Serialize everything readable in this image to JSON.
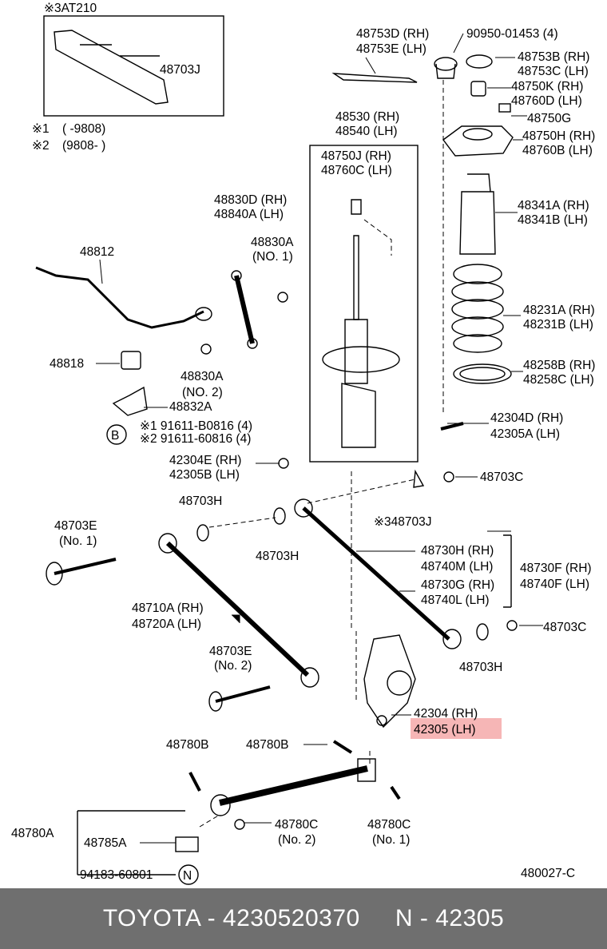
{
  "diagram": {
    "inset": {
      "header": "※3AT210",
      "part": "48703J",
      "note1_mark": "※1",
      "note1_range": "(       -9808)",
      "note2_mark": "※2",
      "note2_range": "(9808-        )"
    },
    "labels": {
      "p48753D": "48753D (RH)",
      "p48753E": "48753E (LH)",
      "p90950": "90950-01453 (4)",
      "p48753B": "48753B (RH)",
      "p48753C": "48753C (LH)",
      "p48750K": "48750K (RH)",
      "p48760D": "48760D (LH)",
      "p48750G": "48750G",
      "p48750H": "48750H (RH)",
      "p48760B": "48760B (LH)",
      "p48530": "48530 (RH)",
      "p48540": "48540 (LH)",
      "p48750J": "48750J (RH)",
      "p48760C": "48760C (LH)",
      "p48341A": "48341A (RH)",
      "p48341B": "48341B (LH)",
      "p48830D": "48830D (RH)",
      "p48840A": "48840A (LH)",
      "p48830A_1": "48830A",
      "p48830A_1n": "(NO. 1)",
      "p48812": "48812",
      "p48231A": "48231A (RH)",
      "p48231B": "48231B (LH)",
      "p48818": "48818",
      "p48830A_2": "48830A",
      "p48830A_2n": "(NO. 2)",
      "p48258B": "48258B (RH)",
      "p48258C": "48258C (LH)",
      "p48832A": "48832A",
      "p42304D": "42304D (RH)",
      "p42305A": "42305A (LH)",
      "b_bolt1": "※1 91611-B0816 (4)",
      "b_bolt2": "※2 91611-60816 (4)",
      "b_circle": "B",
      "p42304E": "42304E (RH)",
      "p42305B": "42305B (LH)",
      "p48703C_top": "48703C",
      "p48703H_l": "48703H",
      "p48703J": "※348703J",
      "p48703E_1": "48703E",
      "p48703E_1n": "(No. 1)",
      "p48703H_m": "48703H",
      "p48730H": "48730H (RH)",
      "p48740M": "48740M (LH)",
      "p48730F": "48730F (RH)",
      "p48740F": "48740F (LH)",
      "p48730G": "48730G (RH)",
      "p48740L": "48740L (LH)",
      "p48710A": "48710A (RH)",
      "p48720A": "48720A (LH)",
      "p48703C_r": "48703C",
      "p48703E_2": "48703E",
      "p48703E_2n": "(No. 2)",
      "p48703H_r": "48703H",
      "p42304": "42304 (RH)",
      "p42305": "42305 (LH)",
      "p48780B_l": "48780B",
      "p48780B_m": "48780B",
      "p48780A": "48780A",
      "p48785A": "48785A",
      "p48780C_m": "48780C",
      "p48780C_mn": "(No. 2)",
      "p48780C_r": "48780C",
      "p48780C_rn": "(No. 1)",
      "p94183": "94183-60801",
      "n_circle": "N",
      "diagram_code": "480027-C"
    },
    "highlight_color": "#f6b6b6"
  },
  "footer": {
    "text": "TOYOTA - 4230520370     N - 42305",
    "background": "#6f6f6f"
  }
}
